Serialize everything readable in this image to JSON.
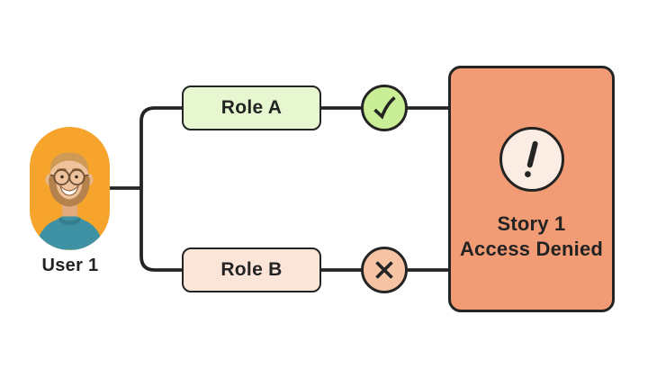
{
  "colors": {
    "line": "#242424",
    "text": "#232323",
    "avatar_bg": "#F6A42B",
    "role_a_fill": "#E7F8D1",
    "role_b_fill": "#FBE5D8",
    "check_fill": "#C9EE95",
    "cross_fill": "#F6C3A5",
    "card_fill": "#F29C76",
    "alert_badge_fill": "#FBEDE4"
  },
  "user": {
    "label": "User 1"
  },
  "roles": [
    {
      "label": "Role A",
      "result": "allowed",
      "icon": "check-icon"
    },
    {
      "label": "Role B",
      "result": "denied",
      "icon": "cross-icon"
    }
  ],
  "story": {
    "title": "Story 1",
    "status": "Access Denied",
    "icon": "exclamation-icon"
  }
}
